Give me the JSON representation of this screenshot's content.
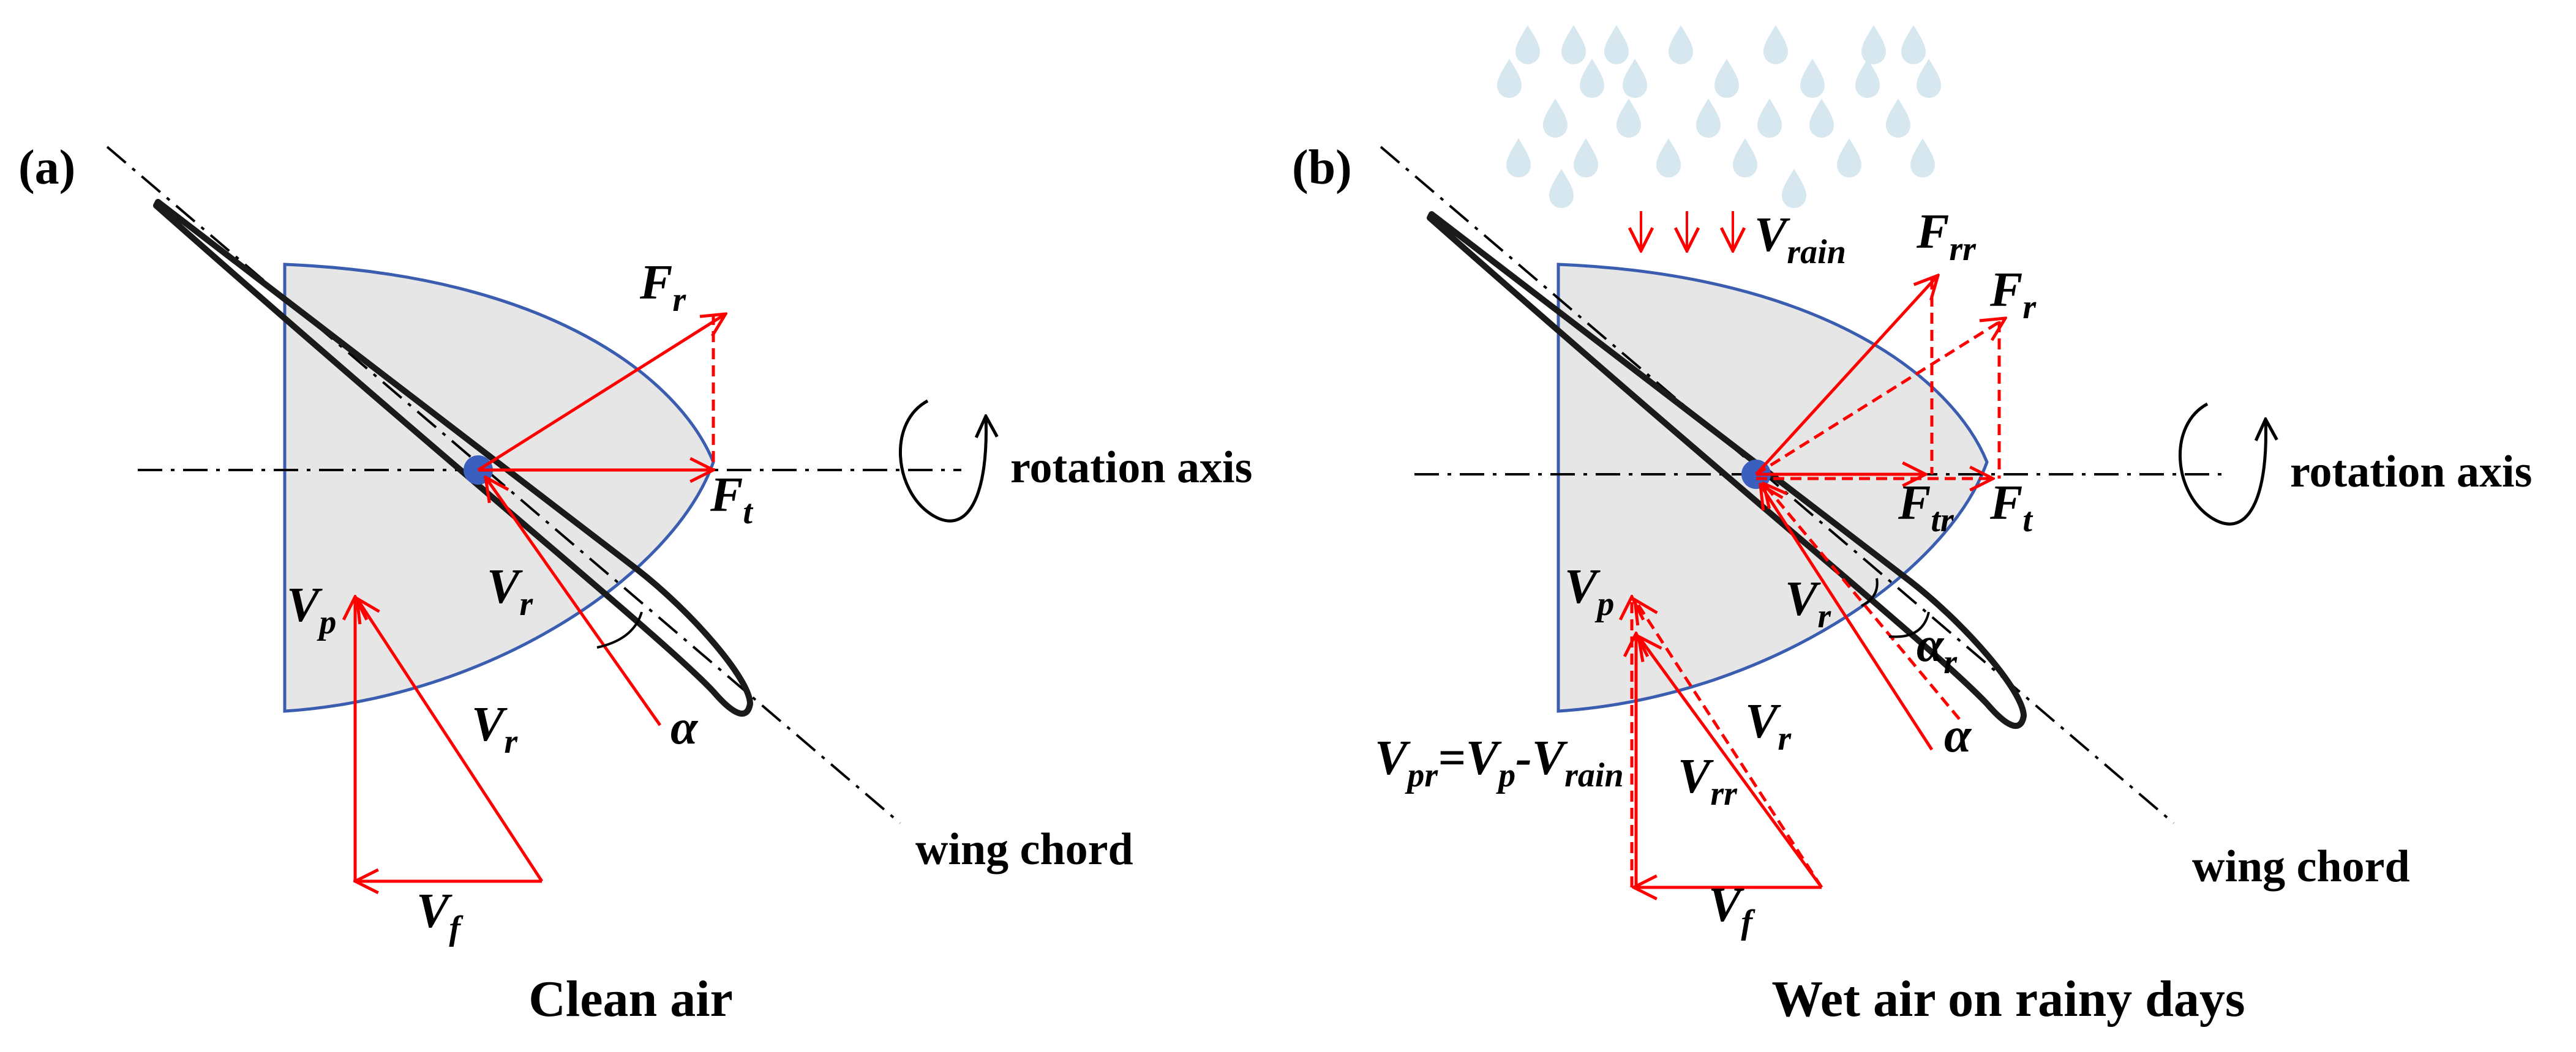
{
  "panels": [
    {
      "id": "a",
      "label": "(a)",
      "caption": "Clean air",
      "rotation_axis_label": "rotation axis",
      "chord_label": "wing chord",
      "force_resultant": {
        "main": "F",
        "sub": "r"
      },
      "force_thrust": {
        "main": "F",
        "sub": "t"
      },
      "vel_relative_blade": {
        "main": "V",
        "sub": "r"
      },
      "vel_p": {
        "main": "V",
        "sub": "p"
      },
      "vel_r_tri": {
        "main": "V",
        "sub": "r"
      },
      "vel_f": {
        "main": "V",
        "sub": "f"
      },
      "angle_alpha": "α"
    },
    {
      "id": "b",
      "label": "(b)",
      "caption": "Wet air on rainy days",
      "rotation_axis_label": "rotation axis",
      "chord_label": "wing chord",
      "rain_velocity": {
        "main": "V",
        "sub": "rain"
      },
      "force_resultant_rain": {
        "main": "F",
        "sub": "rr"
      },
      "force_resultant": {
        "main": "F",
        "sub": "r"
      },
      "force_thrust_rain": {
        "main": "F",
        "sub": "tr"
      },
      "force_thrust": {
        "main": "F",
        "sub": "t"
      },
      "vel_relative_blade": {
        "main": "V",
        "sub": "r"
      },
      "angle_alpha_rain": {
        "main": "α",
        "sub": "r"
      },
      "angle_alpha": "α",
      "vel_p": {
        "main": "V",
        "sub": "p"
      },
      "vel_r_tri": {
        "main": "V",
        "sub": "r"
      },
      "vel_rr": {
        "main": "V",
        "sub": "rr"
      },
      "vel_f": {
        "main": "V",
        "sub": "f"
      },
      "equation": {
        "p1": "V",
        "s1": "pr",
        "p2": "=V",
        "s2": "p",
        "p3": "-V",
        "s3": "rain"
      }
    }
  ],
  "colors": {
    "vector": "#ff0000",
    "blade": "#1a1a1a",
    "region_fill": "#e6e6e6",
    "region_edge": "#3a5db0",
    "hub": "#3a5fbf",
    "rain": "#d6e7f0"
  }
}
